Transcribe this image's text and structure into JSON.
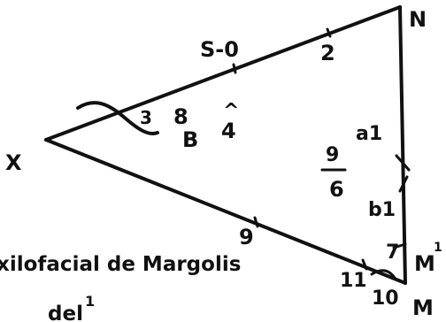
{
  "vertices": {
    "n": "N",
    "x": "X",
    "m": "M",
    "m1": "M",
    "m1_sup": "1"
  },
  "labels": {
    "s0": "S-0",
    "two": "2",
    "eight": "8",
    "b": "B",
    "four": "4",
    "four_hat": "^",
    "a1": "a1",
    "frac_num": "9",
    "frac_den": "6",
    "b1": "b1",
    "seven": "7",
    "nine": "9",
    "eleven": "11",
    "ten": "10",
    "three": "3"
  },
  "caption": {
    "line1": "xilofacial de Margolis",
    "line2_prefix": "del",
    "line2_sup": "1"
  }
}
